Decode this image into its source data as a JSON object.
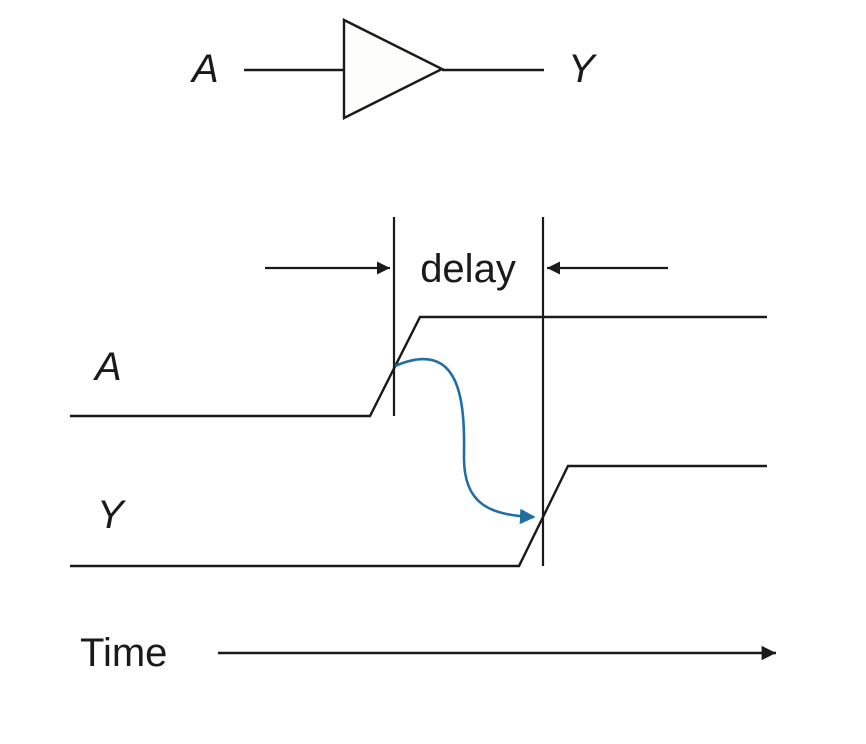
{
  "gate": {
    "input_label": "A",
    "output_label": "Y"
  },
  "timing": {
    "delay_label": "delay",
    "signal_a_label": "A",
    "signal_y_label": "Y",
    "time_label": "Time"
  },
  "colors": {
    "line": "#1a1a1a",
    "causality_arrow": "#1f6fa3",
    "gate_fill": "#fdfdfb"
  }
}
